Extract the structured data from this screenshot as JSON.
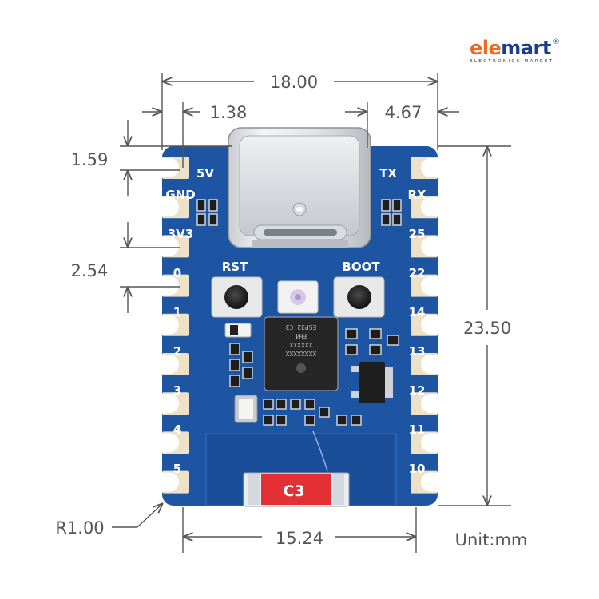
{
  "brand": {
    "name_part1": "ele",
    "name_part2": "mart",
    "registered": "®",
    "tagline": "ELECTRONICS MARKET",
    "color_primary": "#1b3d8f",
    "color_accent": "#ef6a1e"
  },
  "dimensions": {
    "total_width": "18.00",
    "left_offset": "1.38",
    "right_offset": "4.67",
    "top_offset": "1.59",
    "pin_pitch": "2.54",
    "board_height": "23.50",
    "row_spacing": "15.24",
    "corner_radius": "R1.00",
    "unit": "Unit:mm"
  },
  "board": {
    "color": "#1d55a3",
    "pins_left": [
      "5V",
      "GND",
      "3V3",
      "0",
      "1",
      "2",
      "3",
      "4",
      "5"
    ],
    "pins_right": [
      "TX",
      "RX",
      "25",
      "22",
      "14",
      "13",
      "12",
      "11",
      "10"
    ],
    "button_left": "RST",
    "button_right": "BOOT",
    "antenna_label": "C3",
    "chip_text": [
      "ESP32-C3",
      "FH4",
      "XXXXXX",
      "XXXXXXXX"
    ]
  }
}
